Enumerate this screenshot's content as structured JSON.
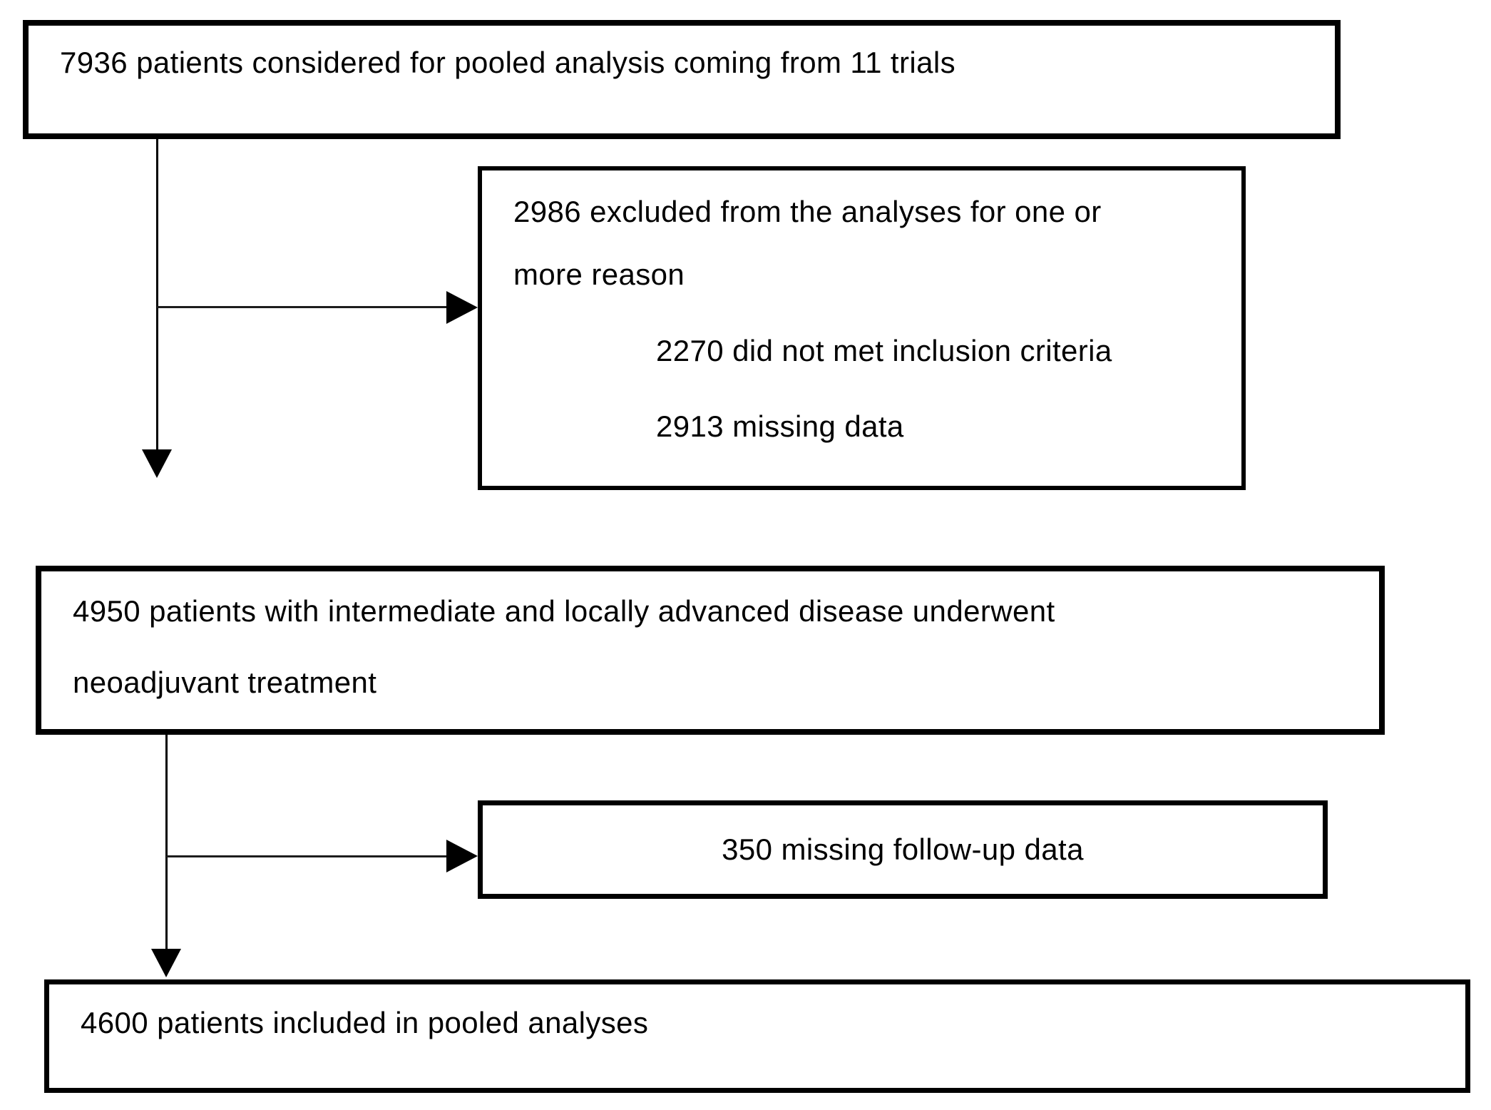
{
  "diagram": {
    "type": "patient-flow-diagram",
    "colors": {
      "background": "#ffffff",
      "border": "#000000",
      "text": "#000000"
    },
    "nodes": {
      "considered": {
        "text": "7936 patients considered for pooled analysis coming from 11 trials"
      },
      "excluded": {
        "lines": [
          "2986 excluded from the analyses for one or",
          "more reason"
        ],
        "sub_items": [
          "2270 did not met inclusion criteria",
          "2913 missing data"
        ]
      },
      "neoadjuvant": {
        "lines": [
          "4950 patients with intermediate and locally advanced disease underwent",
          "neoadjuvant treatment"
        ]
      },
      "missing_followup": {
        "text": "350 missing follow-up data"
      },
      "included": {
        "text": "4600 patients included in pooled analyses"
      }
    },
    "values": {
      "patients_considered": 7936,
      "trials": 11,
      "excluded_total": 2986,
      "did_not_meet_inclusion": 2270,
      "missing_data": 2913,
      "neoadjuvant_patients": 4950,
      "missing_followup": 350,
      "included_patients": 4600
    }
  }
}
